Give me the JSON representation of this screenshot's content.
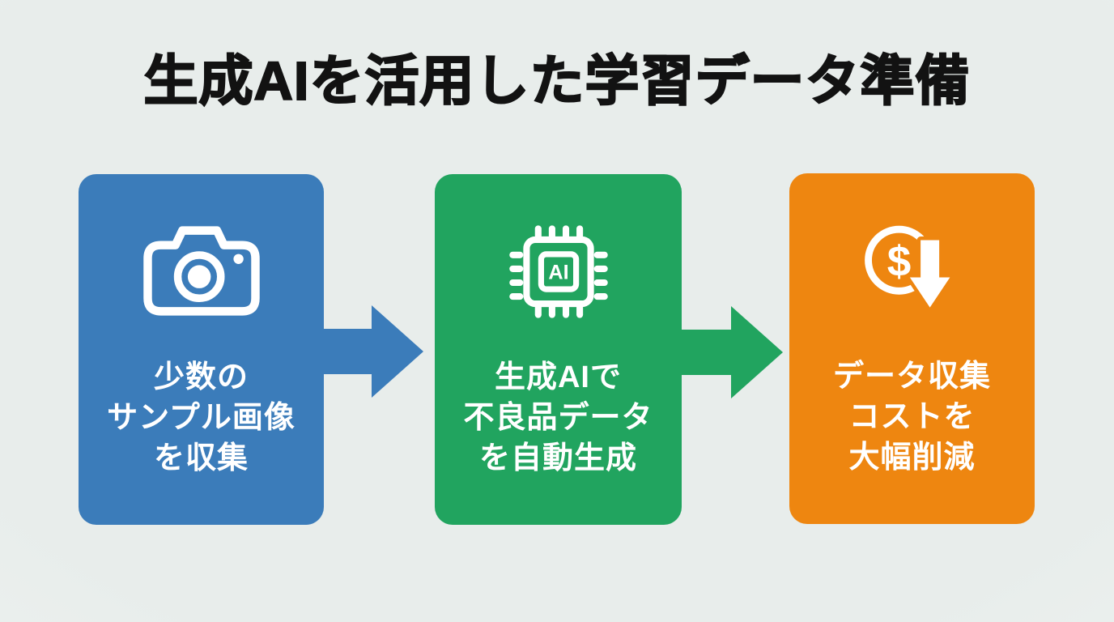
{
  "title": "生成AIを活用した学習データ準備",
  "colors": {
    "background": "#e9eeec",
    "title_text": "#121212",
    "step_text": "#ffffff",
    "blue": "#3b7cba",
    "green": "#21a45f",
    "orange": "#ee8610"
  },
  "steps": [
    {
      "icon": "camera-icon",
      "color": "#3b7cba",
      "label_lines": [
        "少数の",
        "サンプル画像",
        "を収集"
      ]
    },
    {
      "icon": "ai-chip-icon",
      "color": "#21a45f",
      "chip_label": "AI",
      "label_lines": [
        "生成AIで",
        "不良品データ",
        "を自動生成"
      ]
    },
    {
      "icon": "cost-reduction-icon",
      "color": "#ee8610",
      "currency_symbol": "$",
      "label_lines": [
        "データ収集",
        "コストを",
        "大幅削減"
      ]
    }
  ],
  "arrows": [
    {
      "color": "#3b7cba"
    },
    {
      "color": "#21a45f"
    }
  ]
}
